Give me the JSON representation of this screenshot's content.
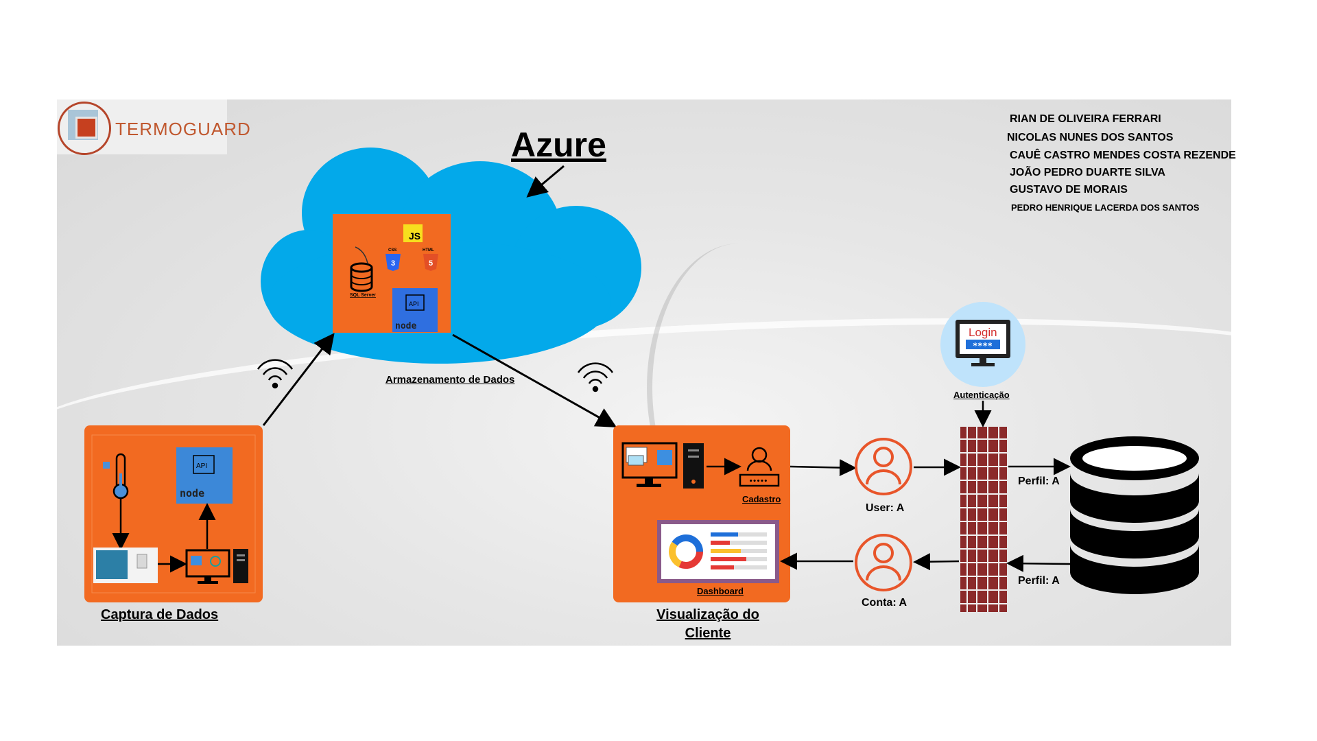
{
  "brand": {
    "name": "TERMOGUARD"
  },
  "cloud": {
    "title": "Azure",
    "caption": "Armazenamento de Dados",
    "db_label": "SQL Server",
    "js_badge": "JS",
    "css_badge": "CSS",
    "html_badge": "HTML",
    "api_label": "API",
    "node_label": "node"
  },
  "team": [
    "RIAN DE OLIVEIRA FERRARI",
    "NICOLAS NUNES DOS SANTOS",
    "CAUÊ CASTRO MENDES COSTA REZENDE",
    "JOÃO PEDRO DUARTE SILVA",
    "GUSTAVO DE MORAIS",
    "PEDRO HENRIQUE LACERDA DOS SANTOS"
  ],
  "capture": {
    "caption": "Captura de Dados",
    "api_label": "API",
    "node_label": "node"
  },
  "client": {
    "caption_line1": "Visualização do",
    "caption_line2": "Cliente",
    "signup_label": "Cadastro",
    "dashboard_label": "Dashboard"
  },
  "auth": {
    "login_text": "Login",
    "password_mask": "****",
    "caption": "Autenticação"
  },
  "flow": {
    "user_label": "User: A",
    "account_label": "Conta: A",
    "profile_in_label": "Perfil: A",
    "profile_out_label": "Perfil: A"
  },
  "colors": {
    "panel": "#f26a21",
    "cloud": "#03a9ea",
    "person": "#e8552a",
    "firewall": "#8b2a2a"
  }
}
